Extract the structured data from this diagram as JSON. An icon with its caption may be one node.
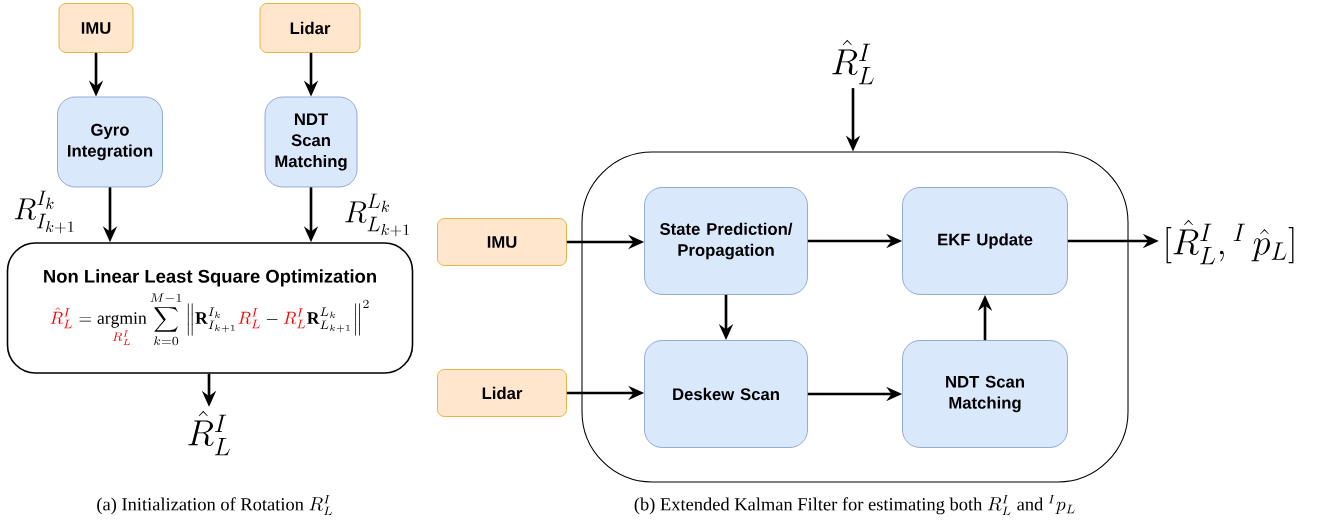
{
  "diagram": {
    "nodes": [
      {
        "text": [
          "IMU"
        ]
      },
      {
        "text": [
          "Lidar"
        ]
      },
      {
        "text": [
          "Gyro Integration"
        ]
      },
      {
        "text": [
          "NDT Scan Matching"
        ]
      },
      {
        "text": [
          "Non Linear Least Square Optimization",
          "{\\color{red}\\hat{R}_L^I} = \\operatorname*{argmin}_{{\\color{red}R_L^I}} \\sum_{k=0}^{M-1} \\left\\| \\mathbf{R}_{I_{k+1}}^{I_k} {\\color{red}R_L^I} - {\\color{red}R_L^I} \\mathbf{R}_{L_{k+1}}^{L_k} \\right\\|^2"
        ]
      },
      {
        "text": [
          "\\hat{R}_L^I"
        ]
      },
      {
        "text": [
          "\\hat{R}_L^I"
        ]
      },
      {
        "text": [],
        "shape": "box"
      },
      {
        "text": [
          "IMU"
        ]
      },
      {
        "text": [
          "State Prediction/ Propagation"
        ],
        "in": 7
      },
      {
        "text": [
          "EKF Update"
        ],
        "in": 7
      },
      {
        "text": [
          "Lidar"
        ]
      },
      {
        "text": [
          "Deskew Scan"
        ],
        "in": 7
      },
      {
        "text": [
          "NDT Scan Matching"
        ],
        "in": 7
      },
      {
        "text": [
          "[\\hat{R}_L^I, {}^I\\,\\hat{p}_L]"
        ]
      }
    ],
    "edges": [
      {
        "from": 0,
        "to": 2,
        "arrow": "to"
      },
      {
        "from": 1,
        "to": 3,
        "arrow": "to"
      },
      {
        "from": 2,
        "to": 4,
        "arrow": "to",
        "label": "R_{I_{k+1}}^{I_k}"
      },
      {
        "from": 3,
        "to": 4,
        "arrow": "to",
        "label": "R_{L_{k+1}}^{L_k}"
      },
      {
        "from": 4,
        "to": 5,
        "arrow": "to"
      },
      {
        "from": 6,
        "to": 7,
        "arrow": "to"
      },
      {
        "from": 8,
        "to": 9,
        "arrow": "to"
      },
      {
        "from": 9,
        "to": 10,
        "arrow": "to"
      },
      {
        "from": 9,
        "to": 12,
        "arrow": "to"
      },
      {
        "from": 13,
        "to": 10,
        "arrow": "to"
      },
      {
        "from": 10,
        "to": 14,
        "arrow": "to"
      },
      {
        "from": 11,
        "to": 12,
        "arrow": "to"
      },
      {
        "from": 12,
        "to": 13,
        "arrow": "to"
      }
    ],
    "labels": [
      "\\text{(a) Initialization of Rotation } R_L^I",
      "\\text{(b) Extended Kalman Filter for estimating both } R_L^I \\text{ and } {}^I p_L"
    ]
  }
}
